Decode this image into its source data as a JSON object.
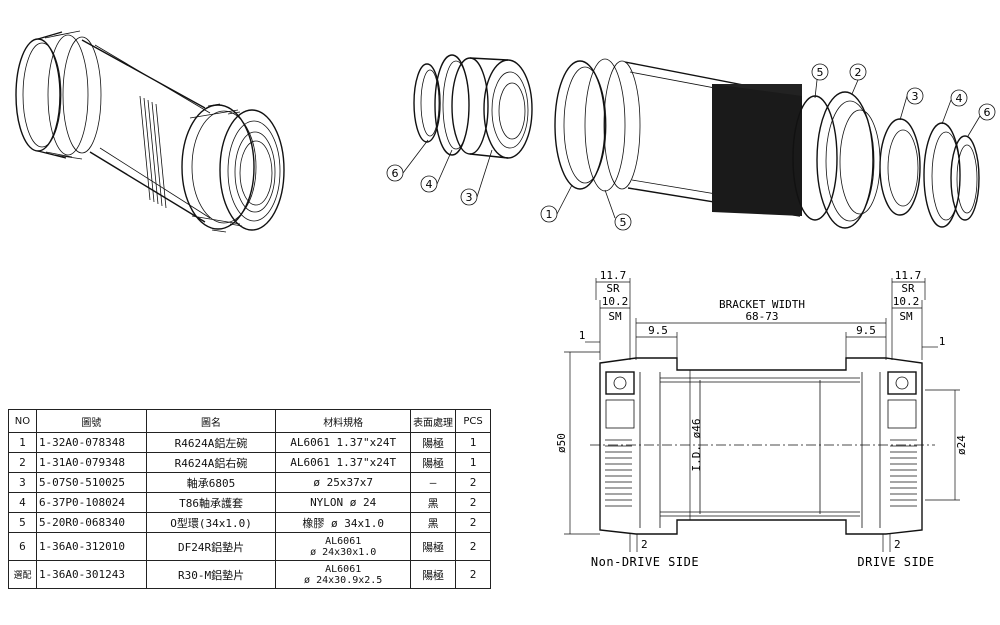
{
  "callouts": {
    "c1": "1",
    "c2": "2",
    "c3": "3",
    "c4": "4",
    "c5": "5",
    "c6": "6"
  },
  "drawing": {
    "bracket_width_label": "BRACKET WIDTH",
    "bracket_width_value": "68-73",
    "left_dim_top": "11.7",
    "left_dim_top_sub": "SR",
    "left_dim_mid": "10.2",
    "left_dim_mid_sub": "SM",
    "left_dim_small": "1",
    "left_dim_95": "9.5",
    "right_dim_top": "11.7",
    "right_dim_top_sub": "SR",
    "right_dim_mid": "10.2",
    "right_dim_mid_sub": "SM",
    "right_dim_small": "1",
    "right_dim_95": "9.5",
    "dia_outer": "ø50",
    "dia_id": "I.D. ø46",
    "dia_right": "ø24",
    "bottom_left_dim": "2",
    "bottom_right_dim": "2",
    "non_drive_side": "Non-DRIVE SIDE",
    "drive_side": "DRIVE SIDE"
  },
  "table": {
    "headers": [
      "NO",
      "圖號",
      "圖名",
      "材料規格",
      "表面處理",
      "PCS"
    ],
    "rows": [
      {
        "no": "1",
        "code": "1-32A0-078348",
        "name": "R4624A鋁左碗",
        "spec": "AL6061 1.37\"x24T",
        "finish": "陽極",
        "pcs": "1"
      },
      {
        "no": "2",
        "code": "1-31A0-079348",
        "name": "R4624A鋁右碗",
        "spec": "AL6061 1.37\"x24T",
        "finish": "陽極",
        "pcs": "1"
      },
      {
        "no": "3",
        "code": "5-07S0-510025",
        "name": "軸承6805",
        "spec": "ø 25x37x7",
        "finish": "—",
        "pcs": "2"
      },
      {
        "no": "4",
        "code": "6-37P0-108024",
        "name": "T86軸承護套",
        "spec": "NYLON ø 24",
        "finish": "黑",
        "pcs": "2"
      },
      {
        "no": "5",
        "code": "5-20R0-068340",
        "name": "O型環(34x1.0)",
        "spec": "橡膠 ø 34x1.0",
        "finish": "黑",
        "pcs": "2"
      },
      {
        "no": "6",
        "code": "1-36A0-312010",
        "name": "DF24R鋁墊片",
        "spec_l1": "AL6061",
        "spec_l2": "ø 24x30x1.0",
        "finish": "陽極",
        "pcs": "2"
      },
      {
        "no": "選配",
        "code": "1-36A0-301243",
        "name": "R30-M鋁墊片",
        "spec_l1": "AL6061",
        "spec_l2": "ø 24x30.9x2.5",
        "finish": "陽極",
        "pcs": "2"
      }
    ]
  }
}
